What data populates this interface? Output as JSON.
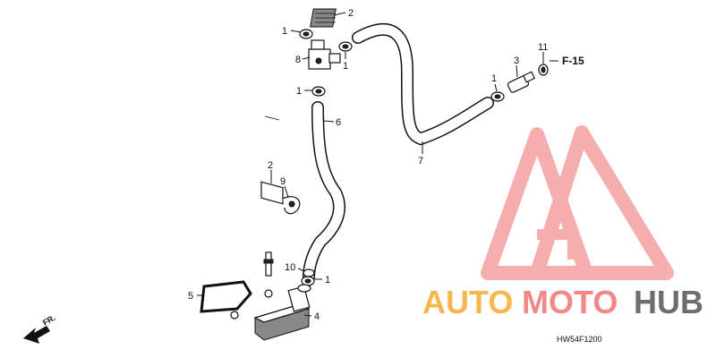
{
  "callouts": [
    {
      "id": "1a",
      "text": "1"
    },
    {
      "id": "2a",
      "text": "2"
    },
    {
      "id": "8",
      "text": "8"
    },
    {
      "id": "1b",
      "text": "1"
    },
    {
      "id": "1c",
      "text": "1"
    },
    {
      "id": "6",
      "text": "6"
    },
    {
      "id": "7",
      "text": "7"
    },
    {
      "id": "1d",
      "text": "1"
    },
    {
      "id": "3",
      "text": "3"
    },
    {
      "id": "11",
      "text": "11"
    },
    {
      "id": "2b",
      "text": "2"
    },
    {
      "id": "9",
      "text": "9"
    },
    {
      "id": "10",
      "text": "10"
    },
    {
      "id": "1e",
      "text": "1"
    },
    {
      "id": "5",
      "text": "5"
    },
    {
      "id": "4",
      "text": "4"
    }
  ],
  "reference": "F-15",
  "direction": "FR.",
  "diagram_code": "HW54F1200",
  "watermark": {
    "part1": "AUTO",
    "part2": "MOTO",
    "part3": "HUB",
    "color_orange": "#f5a623",
    "color_red": "#ef6b6b",
    "color_grey": "#4a4a4a"
  }
}
